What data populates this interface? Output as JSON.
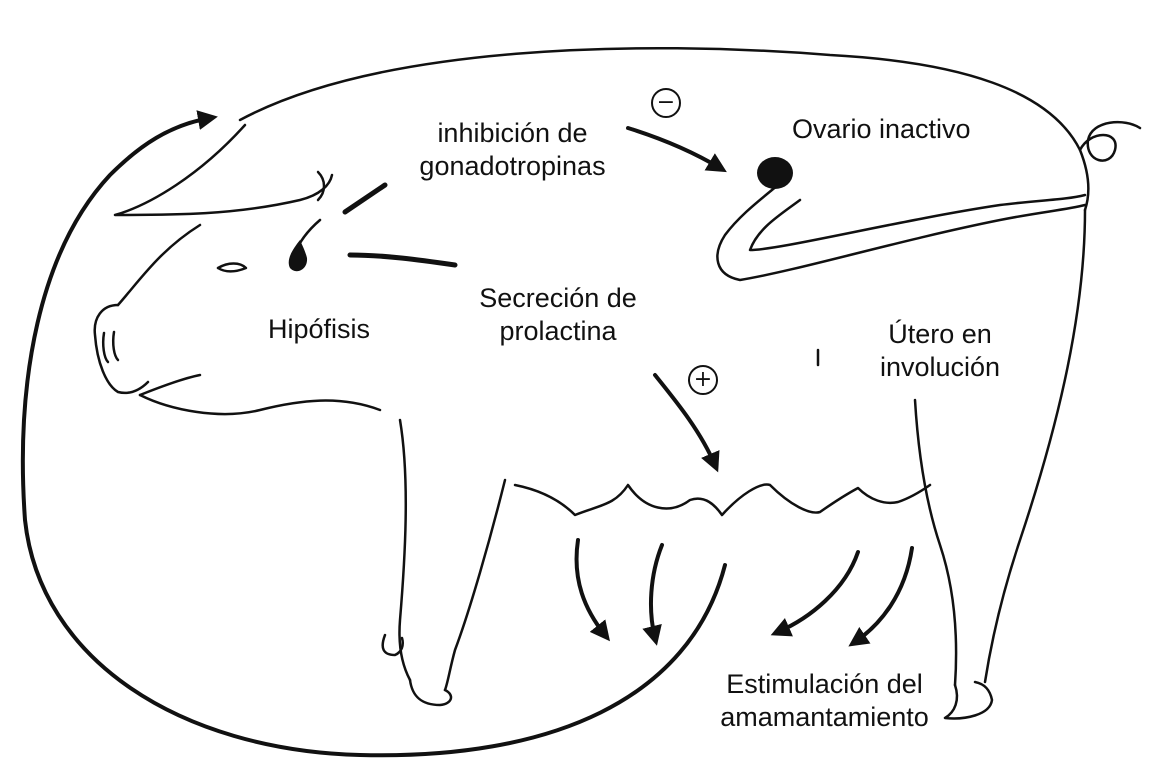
{
  "labels": {
    "gonad_line1": "inhibición de",
    "gonad_line2": "gonadotropinas",
    "ovary": "Ovario inactivo",
    "pituitary": "Hipófisis",
    "prolactin_line1": "Secreción de",
    "prolactin_line2": "prolactina",
    "uterus_line1": "Útero en",
    "uterus_line2": "involución",
    "suckling_line1": "Estimulación del",
    "suckling_line2": "amamantamiento"
  },
  "signs": {
    "inhibit": "−",
    "stimulate": "+"
  },
  "colors": {
    "line": "#111111",
    "background": "#ffffff"
  }
}
